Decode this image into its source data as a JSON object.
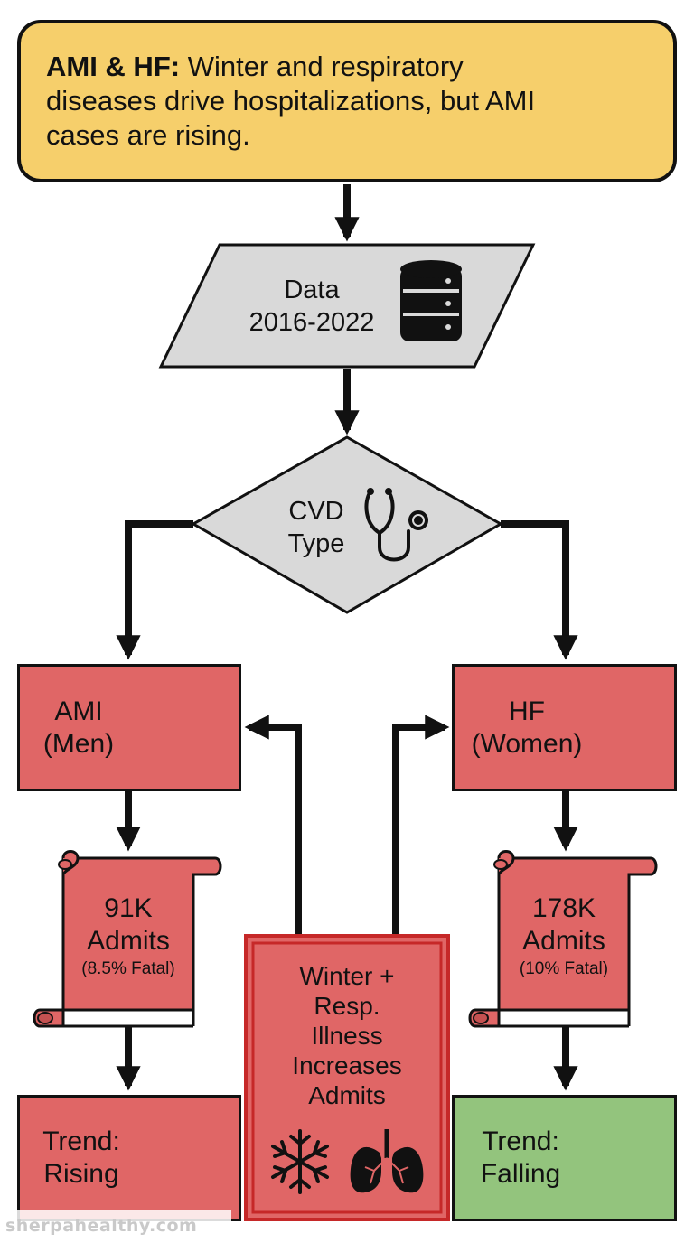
{
  "banner": {
    "title_bold": "AMI & HF:",
    "title_rest": " Winter and respiratory diseases drive hospitalizations, but AMI cases are rising."
  },
  "data_node": {
    "line1": "Data",
    "line2": "2016-2022"
  },
  "decision": {
    "line1": "CVD",
    "line2": "Type"
  },
  "ami": {
    "line1": "AMI",
    "line2": "(Men)",
    "admits_value": "91K",
    "admits_label": "Admits",
    "admits_fatal": "(8.5% Fatal)",
    "trend_line1": "Trend:",
    "trend_line2": "Rising"
  },
  "hf": {
    "line1": "HF",
    "line2": "(Women)",
    "admits_value": "178K",
    "admits_label": "Admits",
    "admits_fatal": "(10% Fatal)",
    "trend_line1": "Trend:",
    "trend_line2": "Falling"
  },
  "winter": {
    "line1": "Winter +",
    "line2": "Resp.",
    "line3": "Illness",
    "line4": "Increases",
    "line5": "Admits"
  },
  "watermark": "sherpahealthy.com",
  "colors": {
    "banner": "#f6cf6b",
    "node_gray": "#d9d9d9",
    "node_red": "#e06666",
    "node_green": "#93c47d",
    "winter_border": "#c62828"
  },
  "icons": [
    "heart-warning-icon",
    "database-icon",
    "stethoscope-icon",
    "male-broken-heart-icon",
    "female-broken-heart-icon",
    "trend-up-icon",
    "trend-down-icon",
    "snowflake-icon",
    "lungs-icon"
  ]
}
